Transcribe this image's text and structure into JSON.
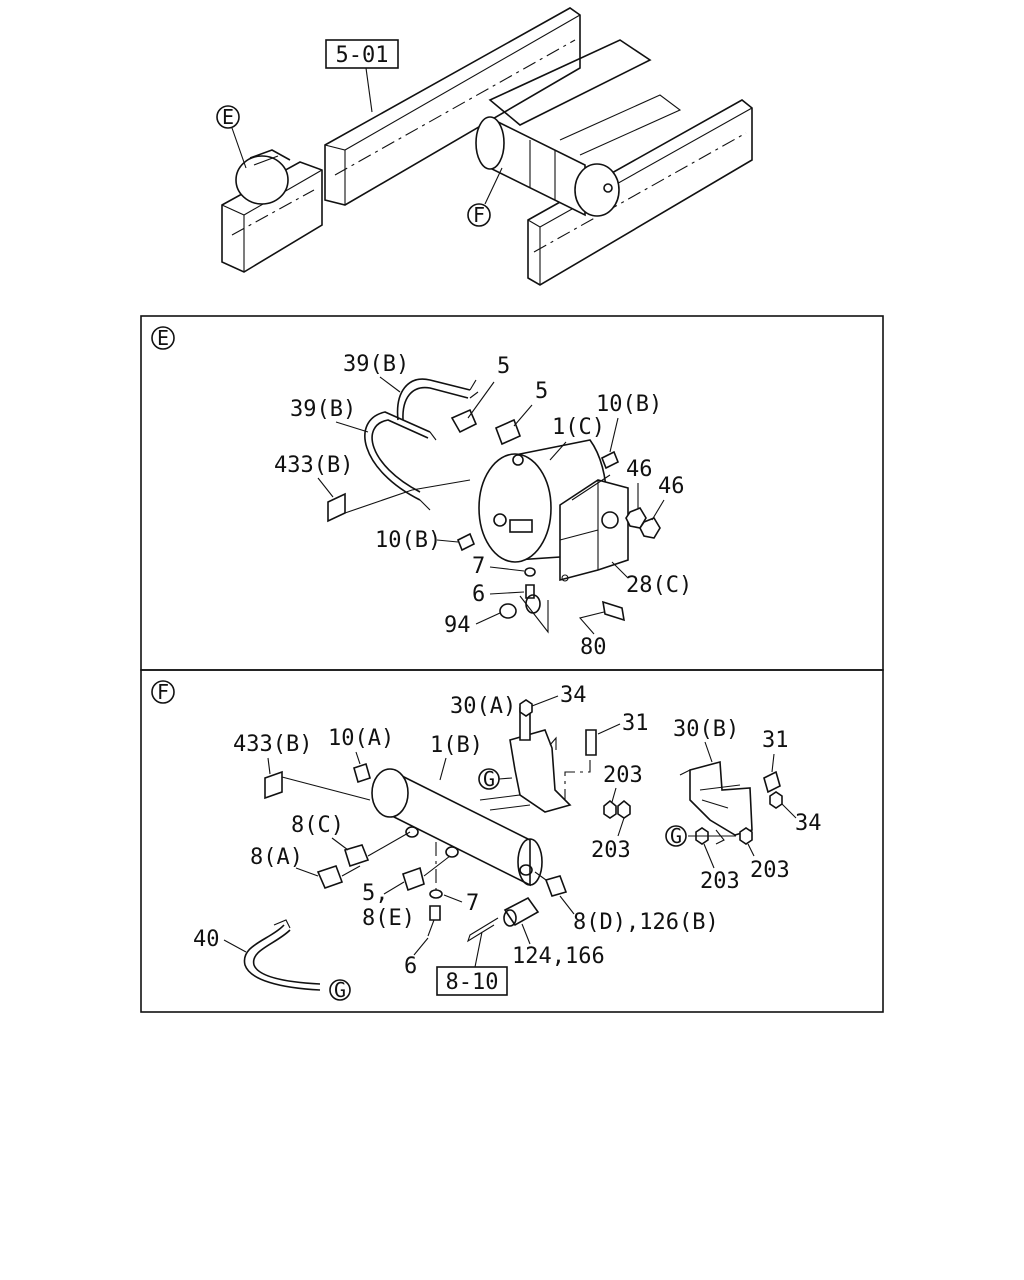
{
  "overview": {
    "ref_box": "5-01",
    "callout_e": "E",
    "callout_f": "F"
  },
  "panel_e": {
    "letter": "E",
    "labels": {
      "hose_upper": "39(B)",
      "hose_lower": "39(B)",
      "elbow_left": "5",
      "elbow_right": "5",
      "tank": "1(C)",
      "plug_top": "10(B)",
      "nut_a": "46",
      "nut_b": "46",
      "label_plate": "433(B)",
      "plug_left": "10(B)",
      "washer": "7",
      "drain": "6",
      "bracket": "28(C)",
      "wash94": "94",
      "bolt": "80"
    }
  },
  "panel_f": {
    "letter": "F",
    "labels": {
      "bracket_a": "30(A)",
      "nut34_top": "34",
      "bolt31_top": "31",
      "bracket_b": "30(B)",
      "bolt31_right": "31",
      "nut34_right": "34",
      "label_plate": "433(B)",
      "plug": "10(A)",
      "tank": "1(B)",
      "nut203_a": "203",
      "nut203_b": "203",
      "nut203_c": "203",
      "nut203_d": "203",
      "fit_8c": "8(C)",
      "fit_8a": "8(A)",
      "fit_5": "5,",
      "fit_8e": "8(E)",
      "washer": "7",
      "fit_8d": "8(D),126(B)",
      "switch": "124,166",
      "drain": "6",
      "hose": "40",
      "ref_box": "8-10",
      "g1": "G",
      "g2": "G",
      "g3": "G"
    }
  }
}
